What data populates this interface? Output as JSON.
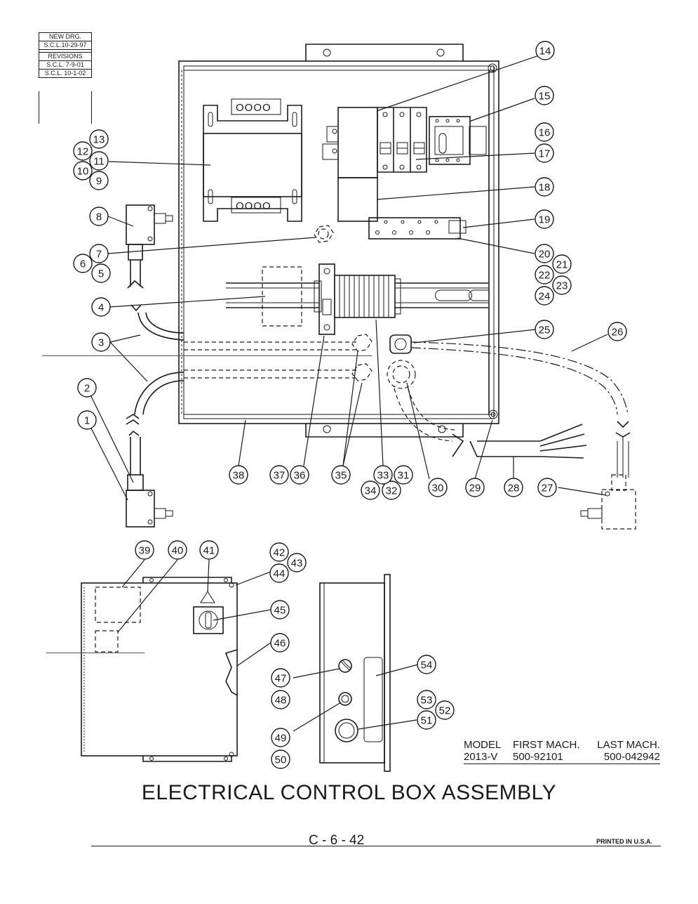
{
  "revision_block": {
    "new_drg": "NEW DRG.",
    "new_drg_ref": "S.C.L.10-29-97",
    "revisions_label": "REVISIONS",
    "rev1": "S.C.L. 7-9-01",
    "rev2": "S.C.L. 10-1-02"
  },
  "terminal_labels": {
    "top": "OOOO",
    "bottom": "OOOO"
  },
  "callouts": [
    "1",
    "2",
    "3",
    "4",
    "5",
    "6",
    "7",
    "8",
    "9",
    "10",
    "11",
    "12",
    "13",
    "14",
    "15",
    "16",
    "17",
    "18",
    "19",
    "20",
    "21",
    "22",
    "23",
    "24",
    "25",
    "26",
    "27",
    "28",
    "29",
    "30",
    "31",
    "32",
    "33",
    "34",
    "35",
    "36",
    "37",
    "38",
    "39",
    "40",
    "41",
    "42",
    "43",
    "44",
    "45",
    "46",
    "47",
    "48",
    "49",
    "50",
    "51",
    "52",
    "53",
    "54"
  ],
  "model_table": {
    "headers": [
      "MODEL",
      "FIRST MACH.",
      "LAST MACH."
    ],
    "row": [
      "2013-V",
      "500-92101",
      "500-042942"
    ]
  },
  "title": "ELECTRICAL CONTROL BOX ASSEMBLY",
  "page_number": "C - 6 - 42",
  "printed": "PRINTED IN U.S.A."
}
